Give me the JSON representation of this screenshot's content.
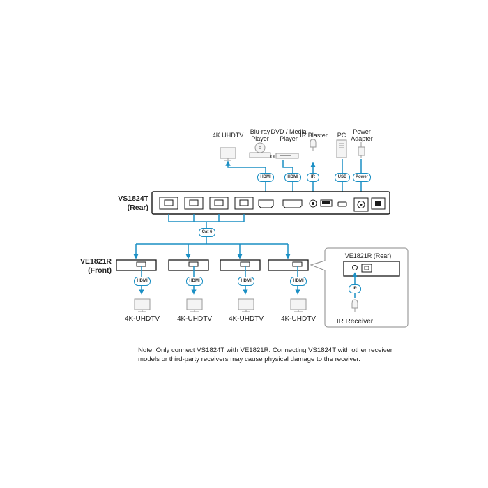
{
  "tx_model": "VS1824T",
  "tx_side": "(Rear)",
  "rx_model": "VE1821R",
  "rx_side": "(Front)",
  "sources": {
    "tv": "4K UHDTV",
    "bluray_line1": "Blu-ray",
    "bluray_line2": "Player",
    "or": "or",
    "dvd_line1": "DVD / Media",
    "dvd_line2": "Player",
    "ir_blaster": "IR Blaster",
    "pc": "PC",
    "power_line1": "Power",
    "power_line2": "Adapter"
  },
  "cables": {
    "hdmi": "HDMI",
    "ir": "IR",
    "usb": "USB",
    "power": "Power",
    "cat6": "Cat 6"
  },
  "receivers": [
    {
      "cable": "HDMI",
      "display": "4K-UHDTV"
    },
    {
      "cable": "HDMI",
      "display": "4K-UHDTV"
    },
    {
      "cable": "HDMI",
      "display": "4K-UHDTV"
    },
    {
      "cable": "HDMI",
      "display": "4K-UHDTV"
    }
  ],
  "inset": {
    "title": "VE1821R (Rear)",
    "cable": "IR",
    "device": "IR Receiver"
  },
  "note": {
    "line1": "Note: Only connect VS1824T with VE1821R. Connecting VS1824T with other receiver",
    "line2": "models or third-party receivers may cause physical damage to the receiver."
  },
  "colors": {
    "cable": "#1a8fc4",
    "device_outline": "#1a1a1a",
    "peripheral": "#9a9a9a"
  }
}
